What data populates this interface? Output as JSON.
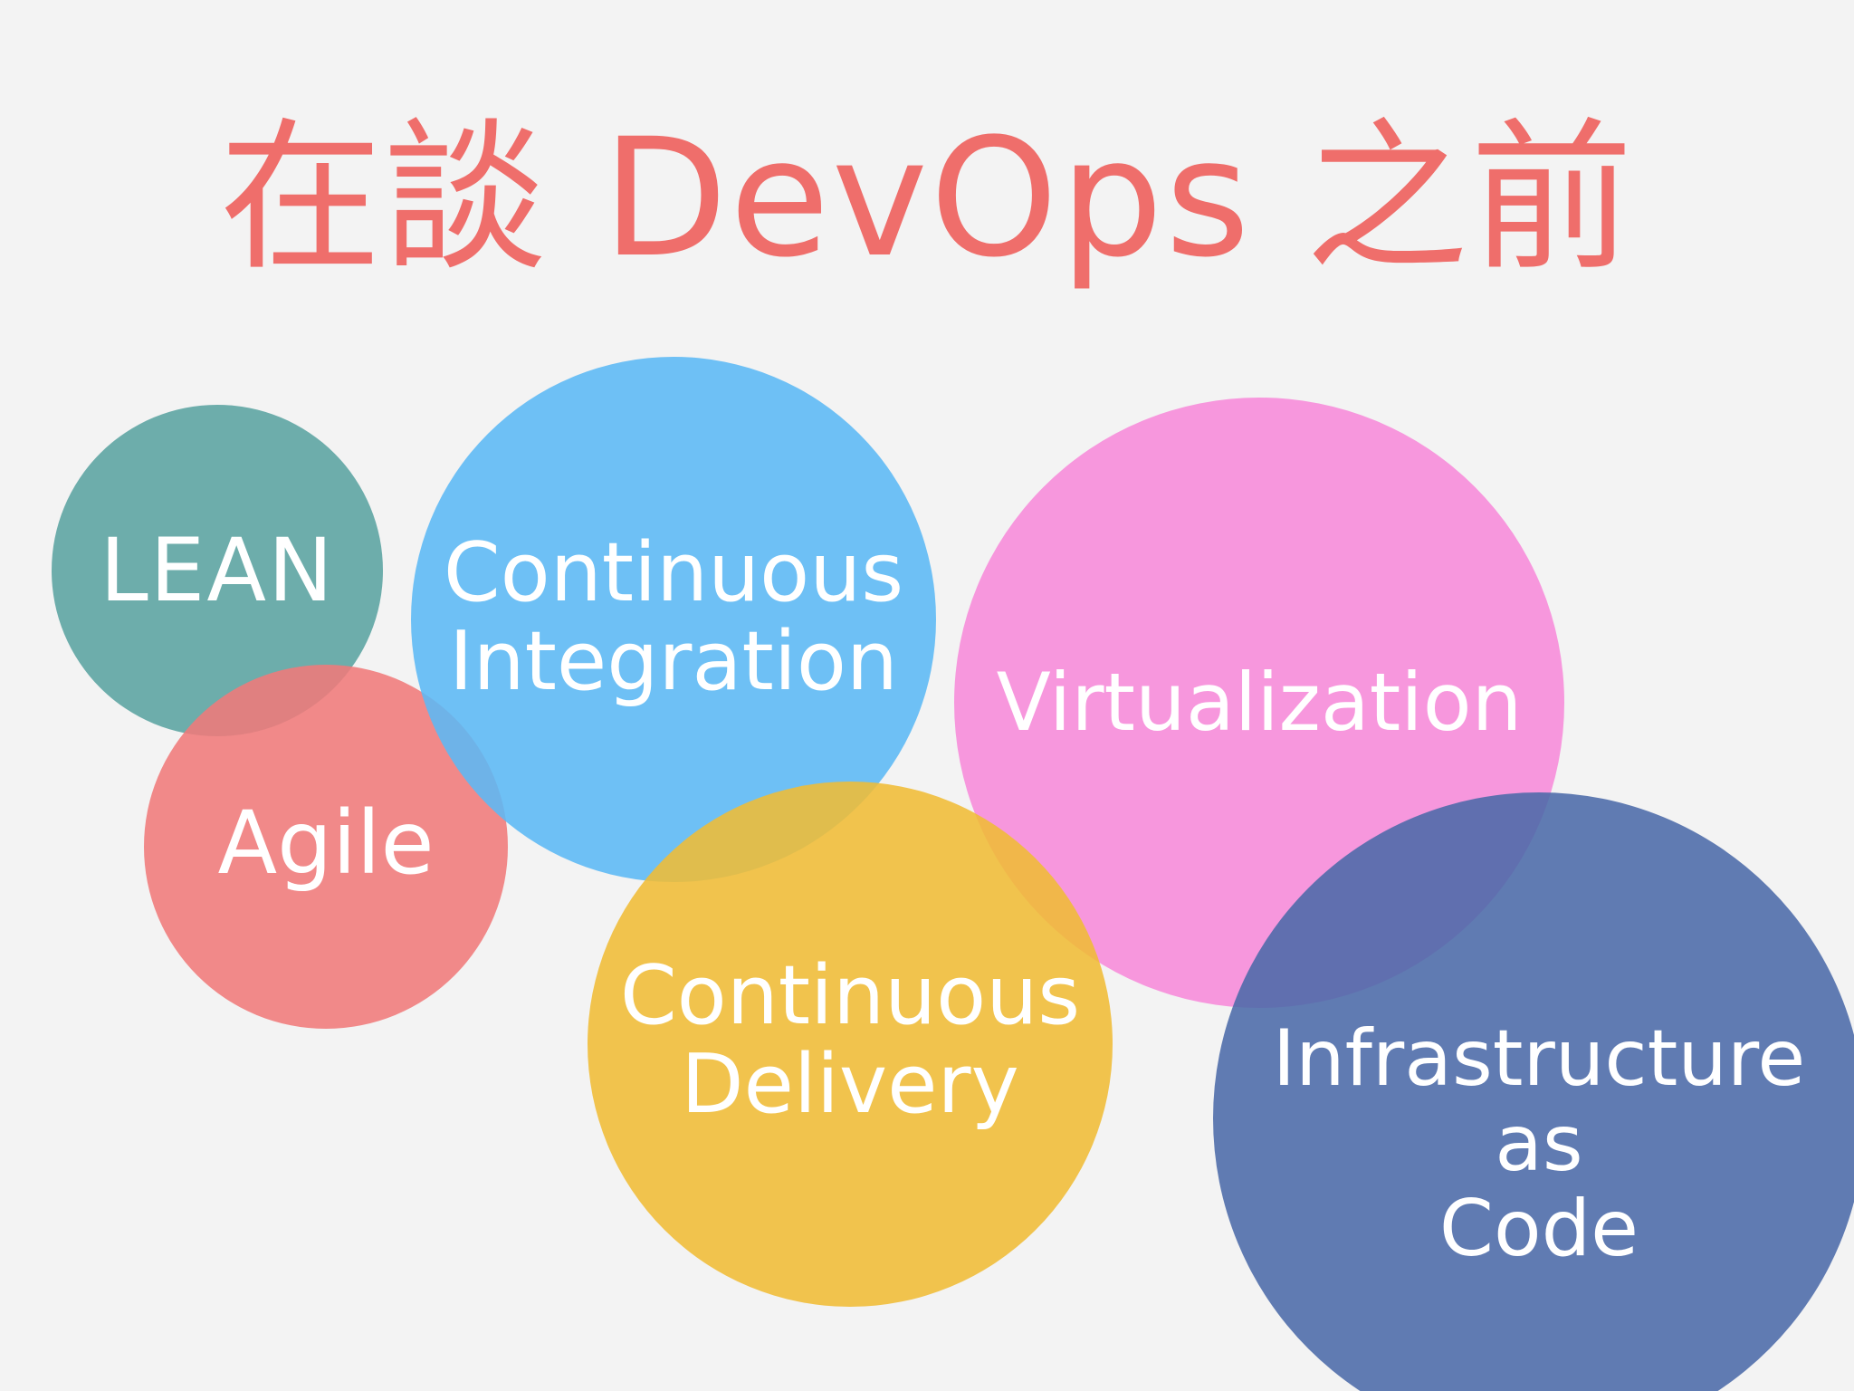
{
  "title": "在談 DevOps 之前",
  "colors": {
    "background": "#f3f3f3",
    "title": "#ef6e6b",
    "lean": "#5aa3a1",
    "agile": "#f07a7a",
    "continuous_integration": "#5bb8f5",
    "virtualization": "#f78ada",
    "continuous_delivery": "#f0bc36",
    "infrastructure_as_code": "#4b6aa8"
  },
  "bubbles": {
    "lean": {
      "lines": [
        "LEAN"
      ]
    },
    "agile": {
      "lines": [
        "Agile"
      ]
    },
    "continuous_integration": {
      "lines": [
        "Continuous",
        "Integration"
      ]
    },
    "virtualization": {
      "lines": [
        "Virtualization"
      ]
    },
    "continuous_delivery": {
      "lines": [
        "Continuous",
        "Delivery"
      ]
    },
    "infrastructure_as_code": {
      "lines": [
        "Infrastructure",
        "as",
        "Code"
      ]
    }
  }
}
